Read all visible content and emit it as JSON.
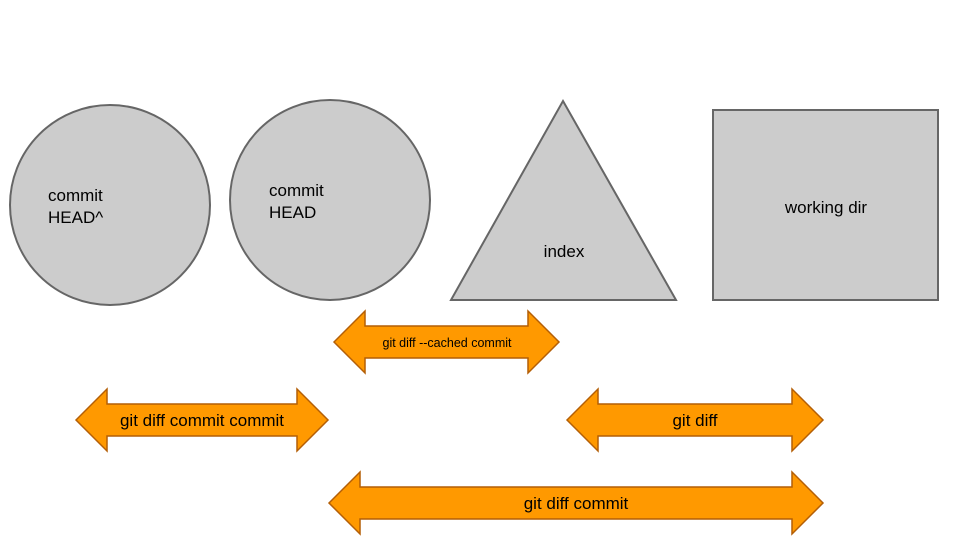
{
  "nodes": {
    "commit_head_parent": {
      "line1": "commit",
      "line2": "HEAD^"
    },
    "commit_head": {
      "line1": "commit",
      "line2": "HEAD"
    },
    "index": {
      "label": "index"
    },
    "working_dir": {
      "label": "working dir"
    }
  },
  "arrows": {
    "cached": {
      "label": "git diff --cached commit"
    },
    "commit_commit": {
      "label": "git diff commit commit"
    },
    "plain": {
      "label": "git diff"
    },
    "commit": {
      "label": "git diff commit"
    }
  },
  "colors": {
    "shape_fill": "#cccccc",
    "shape_stroke": "#666666",
    "arrow_fill": "#ff9900",
    "arrow_stroke": "#b45f06"
  }
}
